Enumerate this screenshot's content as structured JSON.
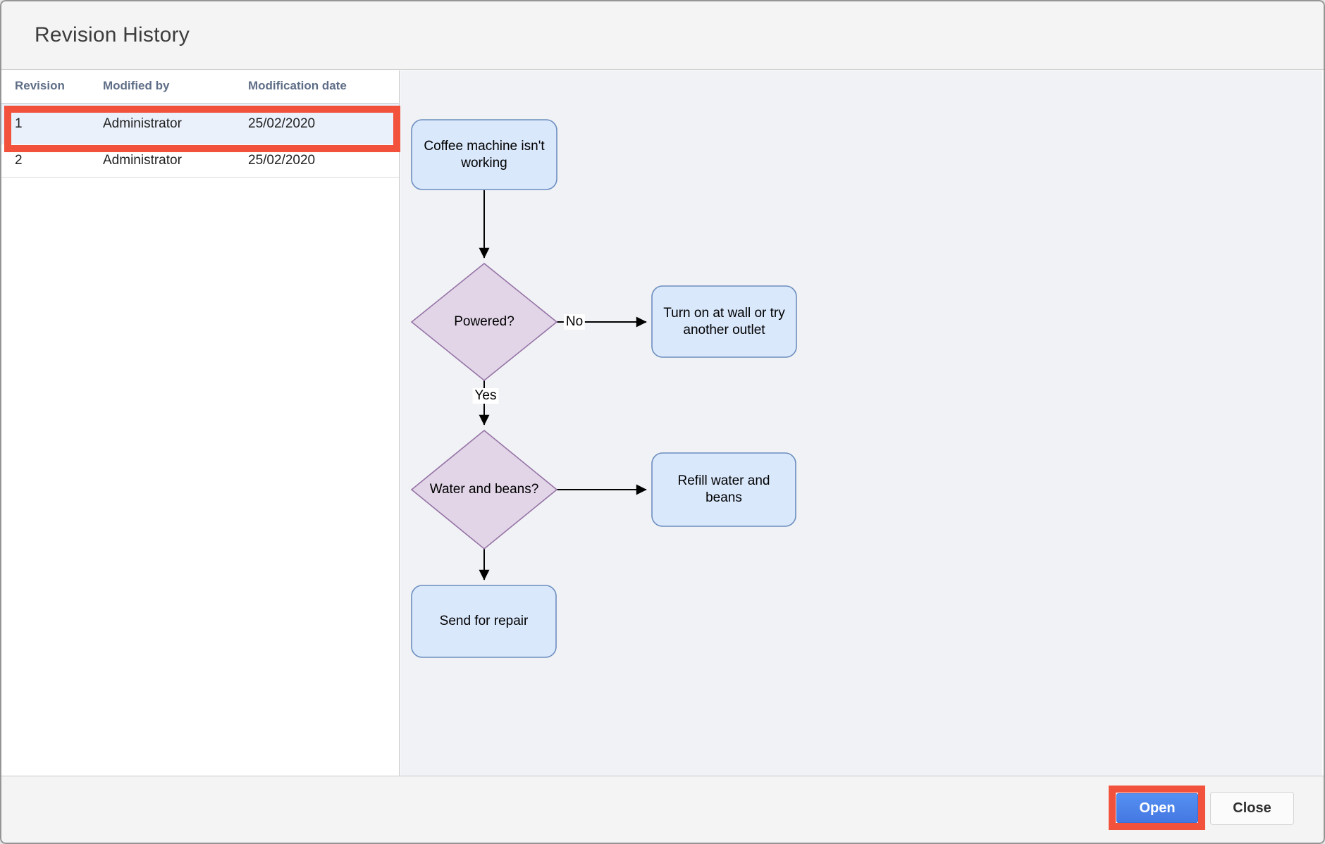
{
  "dialog": {
    "title": "Revision History",
    "table": {
      "columns": [
        "Revision",
        "Modified by",
        "Modification date"
      ],
      "rows": [
        {
          "revision": "1",
          "modified_by": "Administrator",
          "date": "25/02/2020",
          "selected": true
        },
        {
          "revision": "2",
          "modified_by": "Administrator",
          "date": "25/02/2020",
          "selected": false
        }
      ]
    },
    "preview": {
      "nodes": [
        {
          "id": "start",
          "type": "process",
          "label": "Coffee machine isn't working"
        },
        {
          "id": "q1",
          "type": "decision",
          "label": "Powered?"
        },
        {
          "id": "fix1",
          "type": "process",
          "label": "Turn on at wall or try another outlet"
        },
        {
          "id": "q2",
          "type": "decision",
          "label": "Water and beans?"
        },
        {
          "id": "fix2",
          "type": "process",
          "label": "Refill water and beans"
        },
        {
          "id": "repair",
          "type": "process",
          "label": "Send for repair"
        }
      ],
      "edge_labels": {
        "no": "No",
        "yes": "Yes"
      }
    },
    "footer": {
      "open_label": "Open",
      "close_label": "Close"
    },
    "colors": {
      "annotation_red": "#f2513c",
      "selected_row_bg": "#eaf1fb",
      "open_button_blue": "#4a82e8",
      "process_fill": "#dae8fc",
      "process_stroke": "#6c8ebf",
      "decision_fill": "#e1d5e7",
      "decision_stroke": "#9673a6",
      "edge_stroke": "#000000"
    }
  }
}
